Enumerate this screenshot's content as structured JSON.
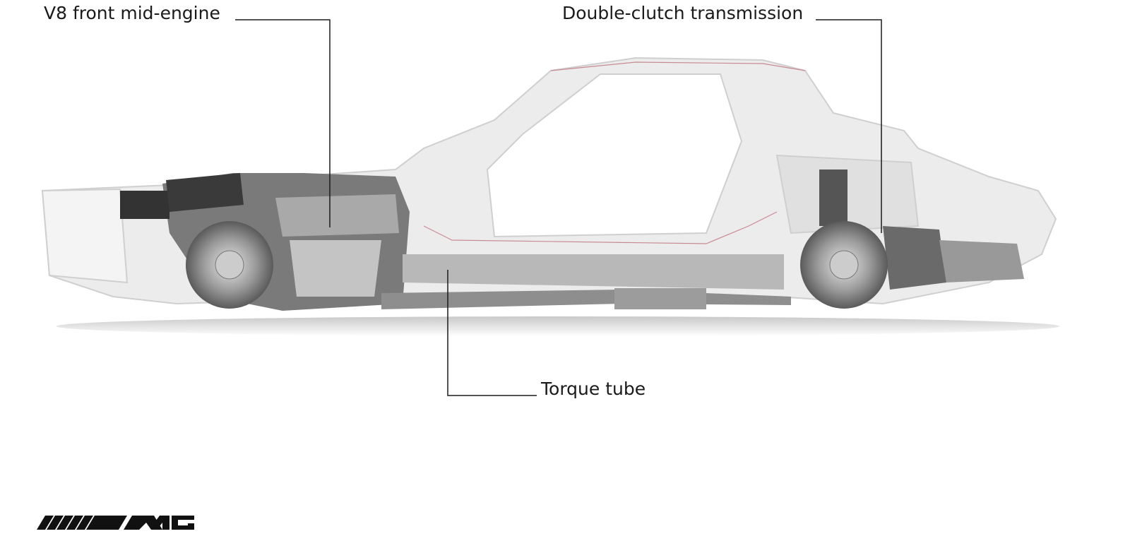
{
  "labels": {
    "engine": "V8 front mid-engine",
    "transmission": "Double-clutch transmission",
    "torque_tube": "Torque tube"
  },
  "logo": {
    "text": "AMG"
  },
  "colors": {
    "leader_line": "#1a1a1a",
    "frame": "#d9d9d9",
    "accent_outline": "#c88a92"
  }
}
